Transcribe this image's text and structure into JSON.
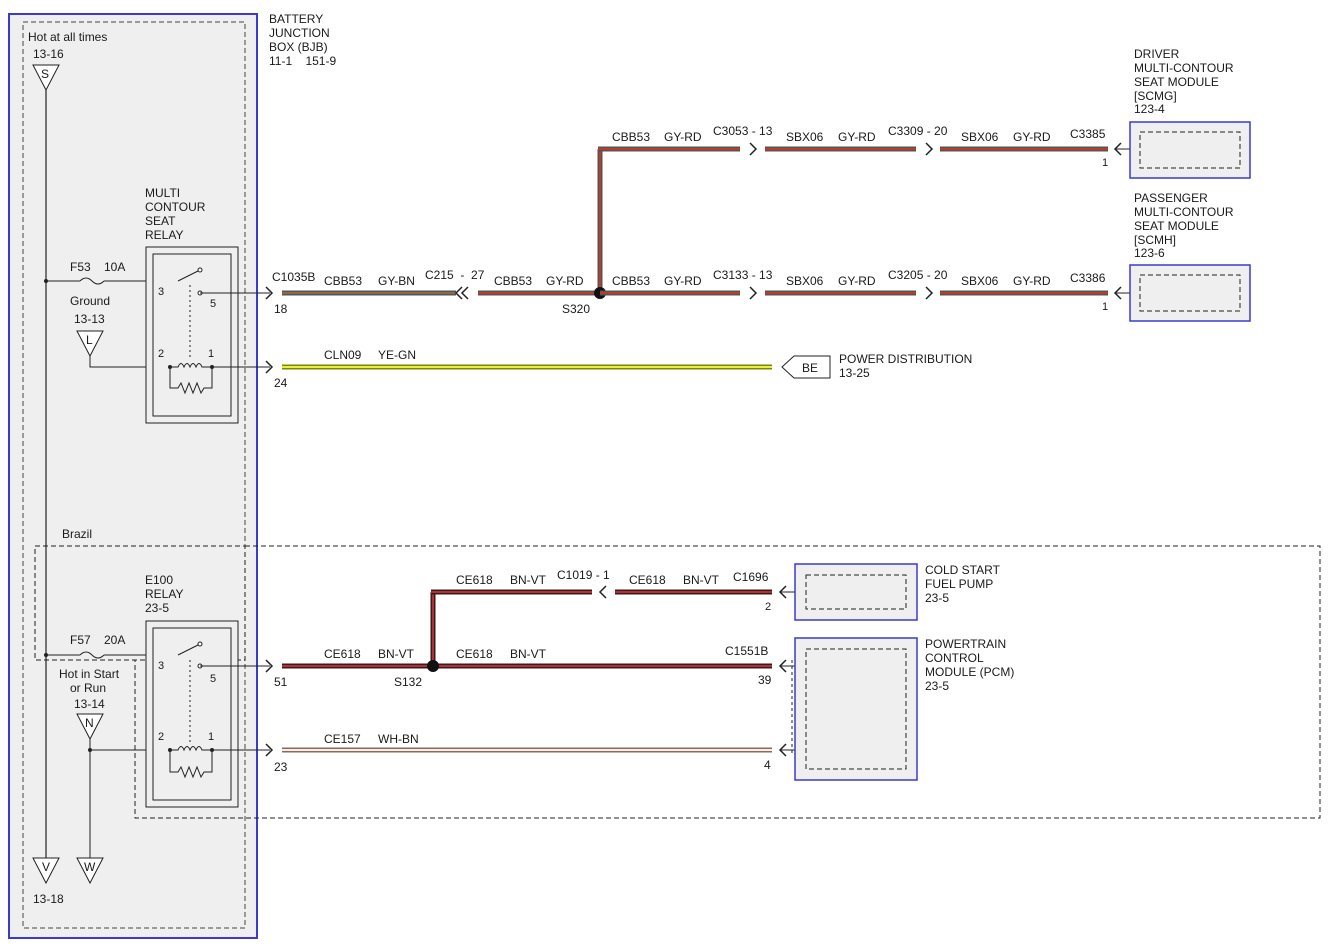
{
  "bjb": {
    "title_lines": [
      "BATTERY",
      "JUNCTION",
      "BOX (BJB)"
    ],
    "refs": "11-1    151-9",
    "colors": {
      "border": "#3a3ad0",
      "fill": "#efefef",
      "dash": "#444444"
    }
  },
  "power_sources": {
    "hot_all_times": "Hot at all times",
    "hot_all_times_ref": "13-16",
    "s_symbol": "S",
    "ground": "Ground",
    "ground_ref": "13-13",
    "l_symbol": "L",
    "hot_start_run_1": "Hot in Start",
    "hot_start_run_2": "or Run",
    "hot_start_run_ref": "13-14",
    "n_symbol": "N",
    "v_symbol": "V",
    "w_symbol": "W",
    "v_ref": "13-18"
  },
  "fuses": {
    "f53_name": "F53",
    "f53_rating": "10A",
    "f57_name": "F57",
    "f57_rating": "20A"
  },
  "relays": {
    "multi_contour": [
      "MULTI",
      "CONTOUR",
      "SEAT",
      "RELAY"
    ],
    "e100": [
      "E100",
      "RELAY",
      "23-5"
    ],
    "pins": {
      "p3": "3",
      "p5": "5",
      "p2": "2",
      "p1": "1"
    }
  },
  "region_label": "Brazil",
  "wires": {
    "top": {
      "conn_left": "C1035B",
      "pin_left": "18",
      "seg1_code": "CBB53",
      "seg1_color": "GY-BN",
      "conn_c215": "C215  -  27",
      "seg2_code": "CBB53",
      "seg2_color": "GY-RD",
      "splice": "S320",
      "seg3_code": "CBB53",
      "seg3_color": "GY-RD",
      "conn_c3133": "C3133 - 13",
      "seg4_code": "SBX06",
      "seg4_color": "GY-RD",
      "conn_c3205": "C3205 - 20",
      "seg5_code": "SBX06",
      "seg5_color": "GY-RD",
      "conn_c3386": "C3386",
      "pin_c3386": "1",
      "up_code": "CBB53",
      "up_color": "GY-RD",
      "conn_c3053": "C3053 - 13",
      "up2_code": "SBX06",
      "up2_color": "GY-RD",
      "conn_c3309": "C3309 - 20",
      "up3_code": "SBX06",
      "up3_color": "GY-RD",
      "conn_c3385": "C3385",
      "pin_c3385": "1"
    },
    "cln": {
      "code": "CLN09",
      "color": "YE-GN",
      "pin": "24",
      "be_symbol": "BE",
      "dest": "POWER DISTRIBUTION",
      "dest_ref": "13-25"
    },
    "ce618": {
      "code_a": "CE618",
      "color_a": "BN-VT",
      "pin_left": "51",
      "splice": "S132",
      "code_b": "CE618",
      "color_b": "BN-VT",
      "conn_c1551b": "C1551B",
      "pin_c1551b": "39",
      "up_code": "CE618",
      "up_color": "BN-VT",
      "conn_c1019": "C1019 - 1",
      "up2_code": "CE618",
      "up2_color": "BN-VT",
      "conn_c1696": "C1696",
      "pin_c1696": "2"
    },
    "ce157": {
      "code": "CE157",
      "color": "WH-BN",
      "pin_left": "23",
      "pin_right": "4"
    }
  },
  "modules": {
    "driver": [
      "DRIVER",
      "MULTI-CONTOUR",
      "SEAT MODULE",
      "[SCMG]",
      "123-4"
    ],
    "passenger": [
      "PASSENGER",
      "MULTI-CONTOUR",
      "SEAT MODULE",
      "[SCMH]",
      "123-6"
    ],
    "cold_start": [
      "COLD START",
      "FUEL PUMP",
      "23-5"
    ],
    "pcm": [
      "POWERTRAIN",
      "CONTROL",
      "MODULE (PCM)",
      "23-5"
    ]
  },
  "wire_colors": {
    "gy_rd_outer": "#555555",
    "gy_rd_inner": "#c0392b",
    "gy_bn_inner": "#8a6a4a",
    "bn_vt_outer": "#3a1a1a",
    "bn_vt_inner": "#b0303a",
    "ye_gn_outer": "#7a8a00",
    "ye_gn_inner": "#e6f040",
    "wh_bn_outer": "#8a6a5a",
    "wh_bn_inner": "#f4efe8"
  }
}
